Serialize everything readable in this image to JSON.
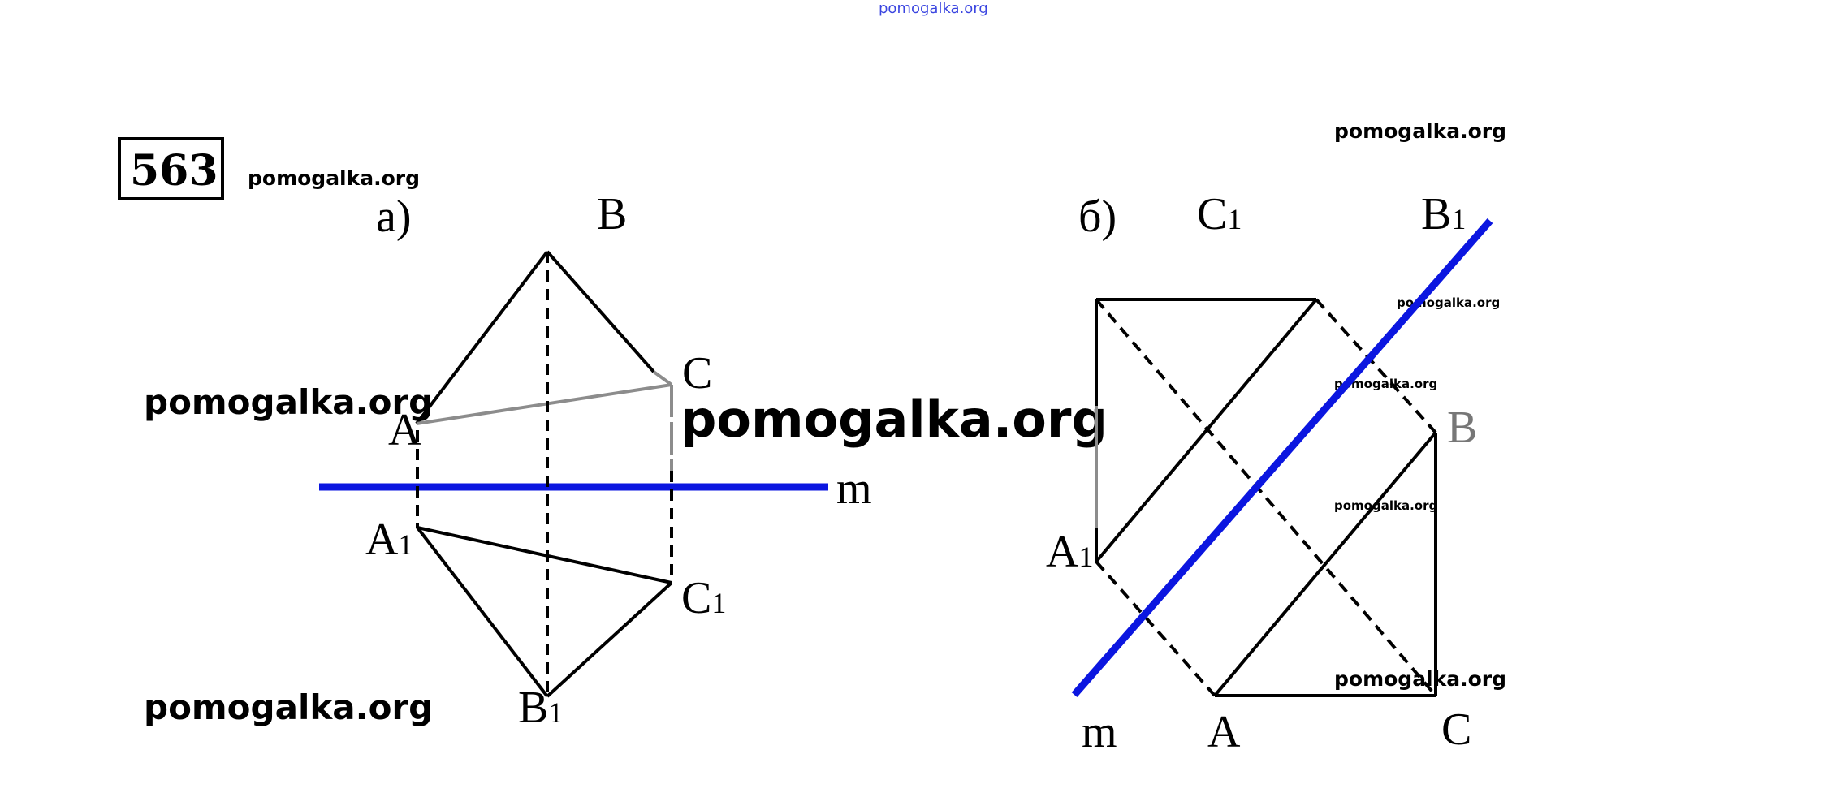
{
  "problem_number": "563",
  "watermark": "pomogalka.org",
  "top_watermark": "pomogalka.org",
  "part_a": {
    "label": "а)",
    "line_label": "m",
    "vertices": {
      "A": {
        "base": "A",
        "sub": ""
      },
      "B": {
        "base": "B",
        "sub": ""
      },
      "C": {
        "base": "C",
        "sub": ""
      },
      "A1": {
        "base": "A",
        "sub": "1"
      },
      "B1": {
        "base": "B",
        "sub": "1"
      },
      "C1": {
        "base": "C",
        "sub": "1"
      }
    }
  },
  "part_b": {
    "label": "б)",
    "line_label": "m",
    "vertices": {
      "A": {
        "base": "A",
        "sub": ""
      },
      "B": {
        "base": "B",
        "sub": ""
      },
      "C": {
        "base": "C",
        "sub": ""
      },
      "A1": {
        "base": "A",
        "sub": "1"
      },
      "B1": {
        "base": "B",
        "sub": "1"
      },
      "C1": {
        "base": "C",
        "sub": "1"
      }
    }
  },
  "colors": {
    "axis_line": "#0b16e0",
    "hidden_segment": "#8c8c8c"
  }
}
